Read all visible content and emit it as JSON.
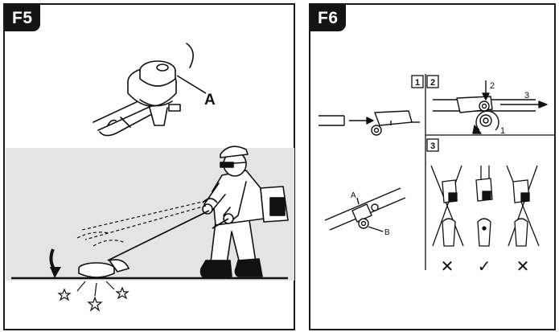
{
  "figures": [
    {
      "label": "F5",
      "callouts": {
        "head_part": "A"
      }
    },
    {
      "label": "F6",
      "steps": [
        "1",
        "2",
        "3"
      ],
      "arrow_numbers": [
        "1",
        "2",
        "3"
      ],
      "callouts": {
        "clamp_a": "A",
        "screw_b": "B"
      },
      "marks": [
        "✕",
        "✓",
        "✕"
      ]
    }
  ]
}
